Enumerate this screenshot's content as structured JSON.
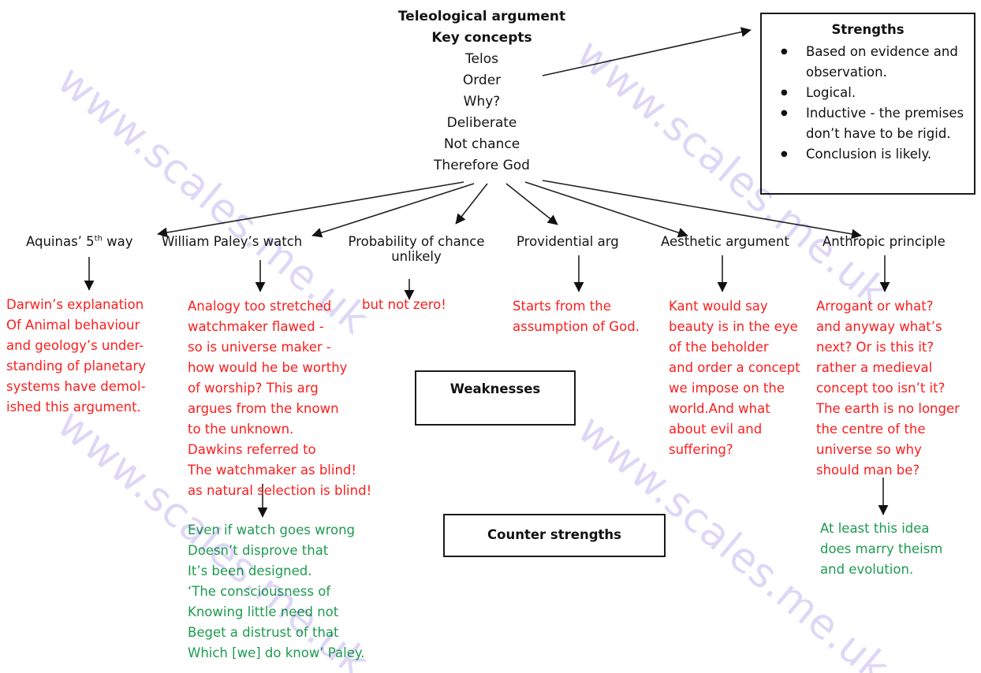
{
  "title": {
    "heading": "Teleological argument",
    "subheading": "Key concepts",
    "concepts": [
      "Telos",
      "Order",
      "Why?",
      "Deliberate",
      "Not chance",
      "Therefore God"
    ]
  },
  "strengths_box": {
    "title": "Strengths",
    "items": [
      "Based on evidence and observation.",
      "Logical.",
      "Inductive - the premises don’t have to be rigid.",
      "Conclusion is likely."
    ]
  },
  "weaknesses_box": {
    "title": "Weaknesses"
  },
  "counter_box": {
    "title": "Counter strengths"
  },
  "branches": {
    "aquinas": {
      "label_pre": "Aquinas’ 5",
      "label_sup": "th",
      "label_post": " way",
      "weakness": "Darwin’s explanation\nOf Animal behaviour\nand geology’s under-\nstanding of planetary\nsystems have demol-\nished this argument."
    },
    "paley": {
      "label": "William Paley’s watch",
      "weakness": "Analogy too stretched\nwatchmaker flawed -\nso is universe maker -\nhow would he be worthy\nof worship?  This arg\nargues from the known\nto the unknown.\nDawkins referred to\nThe watchmaker as blind!\nas natural selection is blind!",
      "counter": "Even if watch goes wrong\nDoesn’t disprove that\nIt’s been designed.\n‘The consciousness of\nKnowing little need not\nBeget a distrust of that\nWhich [we] do know’ Paley."
    },
    "probability": {
      "label": "Probability of chance\nunlikely",
      "weakness": "but not zero!"
    },
    "providential": {
      "label": "Providential arg",
      "weakness": "Starts from the\nassumption of God."
    },
    "aesthetic": {
      "label": "Aesthetic argument",
      "weakness": "Kant would say\nbeauty is in the eye\nof the beholder\nand order a concept\nwe impose on the\nworld.And what\nabout evil and\nsuffering?"
    },
    "anthropic": {
      "label": "Anthropic principle",
      "weakness": "Arrogant or what?\nand anyway what’s\nnext? Or is this it?\nrather a medieval\nconcept too isn’t it?\nThe earth is no longer\nthe centre of the\nuniverse so why\nshould man be?",
      "counter": "At least this idea\ndoes marry theism\nand evolution."
    }
  },
  "watermark": {
    "text": "www.scales.me.uk"
  },
  "colors": {
    "weakness_red": "#fb1d1d",
    "counter_green": "#1d9b4f",
    "label_black": "#141414",
    "watermark_purple": "#ded7f6"
  }
}
